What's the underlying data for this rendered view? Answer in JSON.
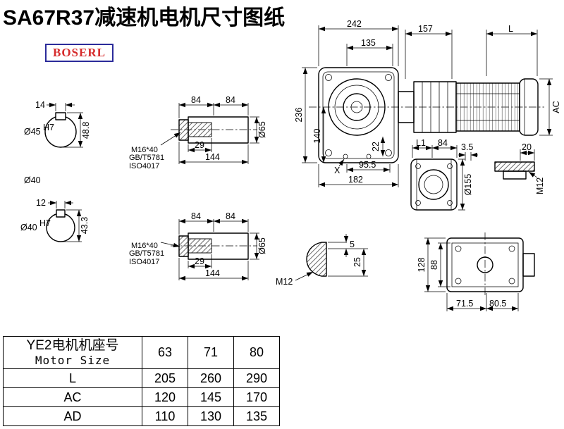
{
  "title": "SA67R37减速机电机尺寸图纸",
  "logo": "BOSERL",
  "d": {
    "v1_w": "14",
    "v1_dia": "Ø45",
    "v1_tol": "H7",
    "v1_h": "48.8",
    "shaft_od": "Ø40",
    "v2_w": "12",
    "v2_dia": "Ø40",
    "v2_tol": "H7",
    "v2_h": "43.3",
    "s1_d84a": "84",
    "s1_d84b": "84",
    "s1_d29": "29",
    "s1_d144": "144",
    "s1_bolt": "M16*40",
    "s1_std1": "GB/T5781",
    "s1_std2": "ISO4017",
    "s1_dia": "Ø65",
    "s2_d84a": "84",
    "s2_d84b": "84",
    "s2_d29": "29",
    "s2_d144": "144",
    "s2_bolt": "M16*40",
    "s2_std1": "GB/T5781",
    "s2_std2": "ISO4017",
    "s2_dia": "Ø65",
    "m_242": "242",
    "m_135": "135",
    "m_157": "157",
    "m_L": "L",
    "m_236": "236",
    "m_140": "140",
    "m_22": "22",
    "m_955": "95.5",
    "m_182": "182",
    "m_X": "X",
    "m_AC": "AC",
    "sv_L1": "L1",
    "sv_84": "84",
    "sv_35": "3.5",
    "sv_20": "20",
    "sv_155": "Ø155",
    "sv_M12": "M12",
    "bv_128": "128",
    "bv_88": "88",
    "bv_715": "71.5",
    "bv_805": "80.5",
    "k_5": "5",
    "k_25": "25",
    "k_M12": "M12"
  },
  "table": {
    "header_cn": "YE2电机机座号",
    "header_en": "Motor Size",
    "sizes": [
      "63",
      "71",
      "80"
    ],
    "rows": [
      {
        "label": "L",
        "values": [
          "205",
          "260",
          "290"
        ]
      },
      {
        "label": "AC",
        "values": [
          "120",
          "145",
          "170"
        ]
      },
      {
        "label": "AD",
        "values": [
          "110",
          "130",
          "135"
        ]
      }
    ]
  }
}
